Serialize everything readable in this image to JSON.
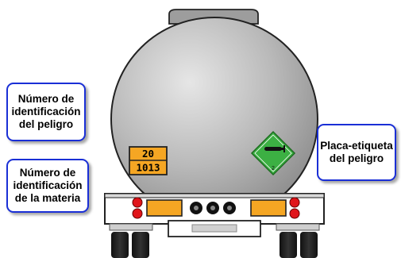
{
  "callouts": {
    "hazard_id": "Número de\nidentificación\ndel peligro",
    "material_id": "Número de\nidentificación\nde la materia",
    "placard": "Placa-etiqueta\ndel peligro"
  },
  "orange_plate": {
    "hazard_number": "20",
    "un_number": "1013"
  },
  "diamond": {
    "class_number": "2",
    "color": "#3cb043"
  },
  "colors": {
    "callout_border": "#1a2fd6",
    "plate": "#f5a623",
    "tank": "#b9b9b9"
  }
}
